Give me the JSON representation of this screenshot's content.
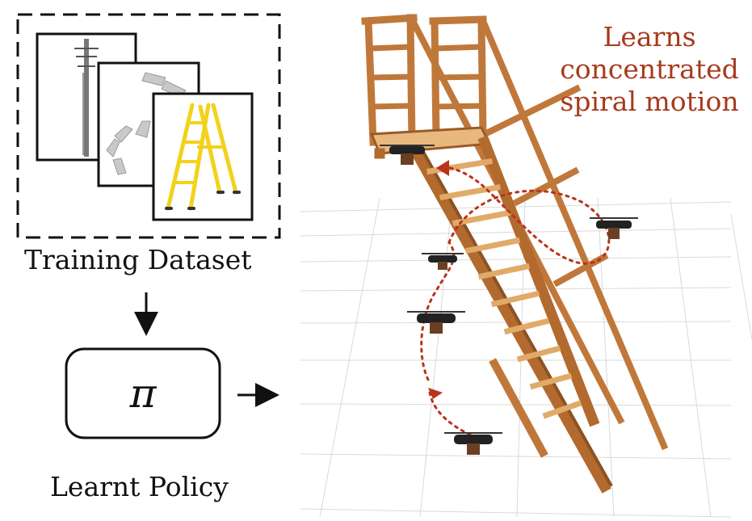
{
  "training_dataset": {
    "label": "Training Dataset",
    "images": [
      "power-pole",
      "spiral-staircase",
      "yellow-ladder"
    ]
  },
  "policy": {
    "symbol": "π",
    "label": "Learnt Policy"
  },
  "scene": {
    "annotation_lines": [
      "Learns",
      "concentrated",
      "spiral motion"
    ],
    "colors": {
      "ladder": "#c0783a",
      "ladder_dark": "#9a5a28",
      "trajectory": "#b8341a",
      "annotation_text": "#a63a1e",
      "grid": "#d9d9d9",
      "ladder_icon": "#f2d21b"
    }
  }
}
